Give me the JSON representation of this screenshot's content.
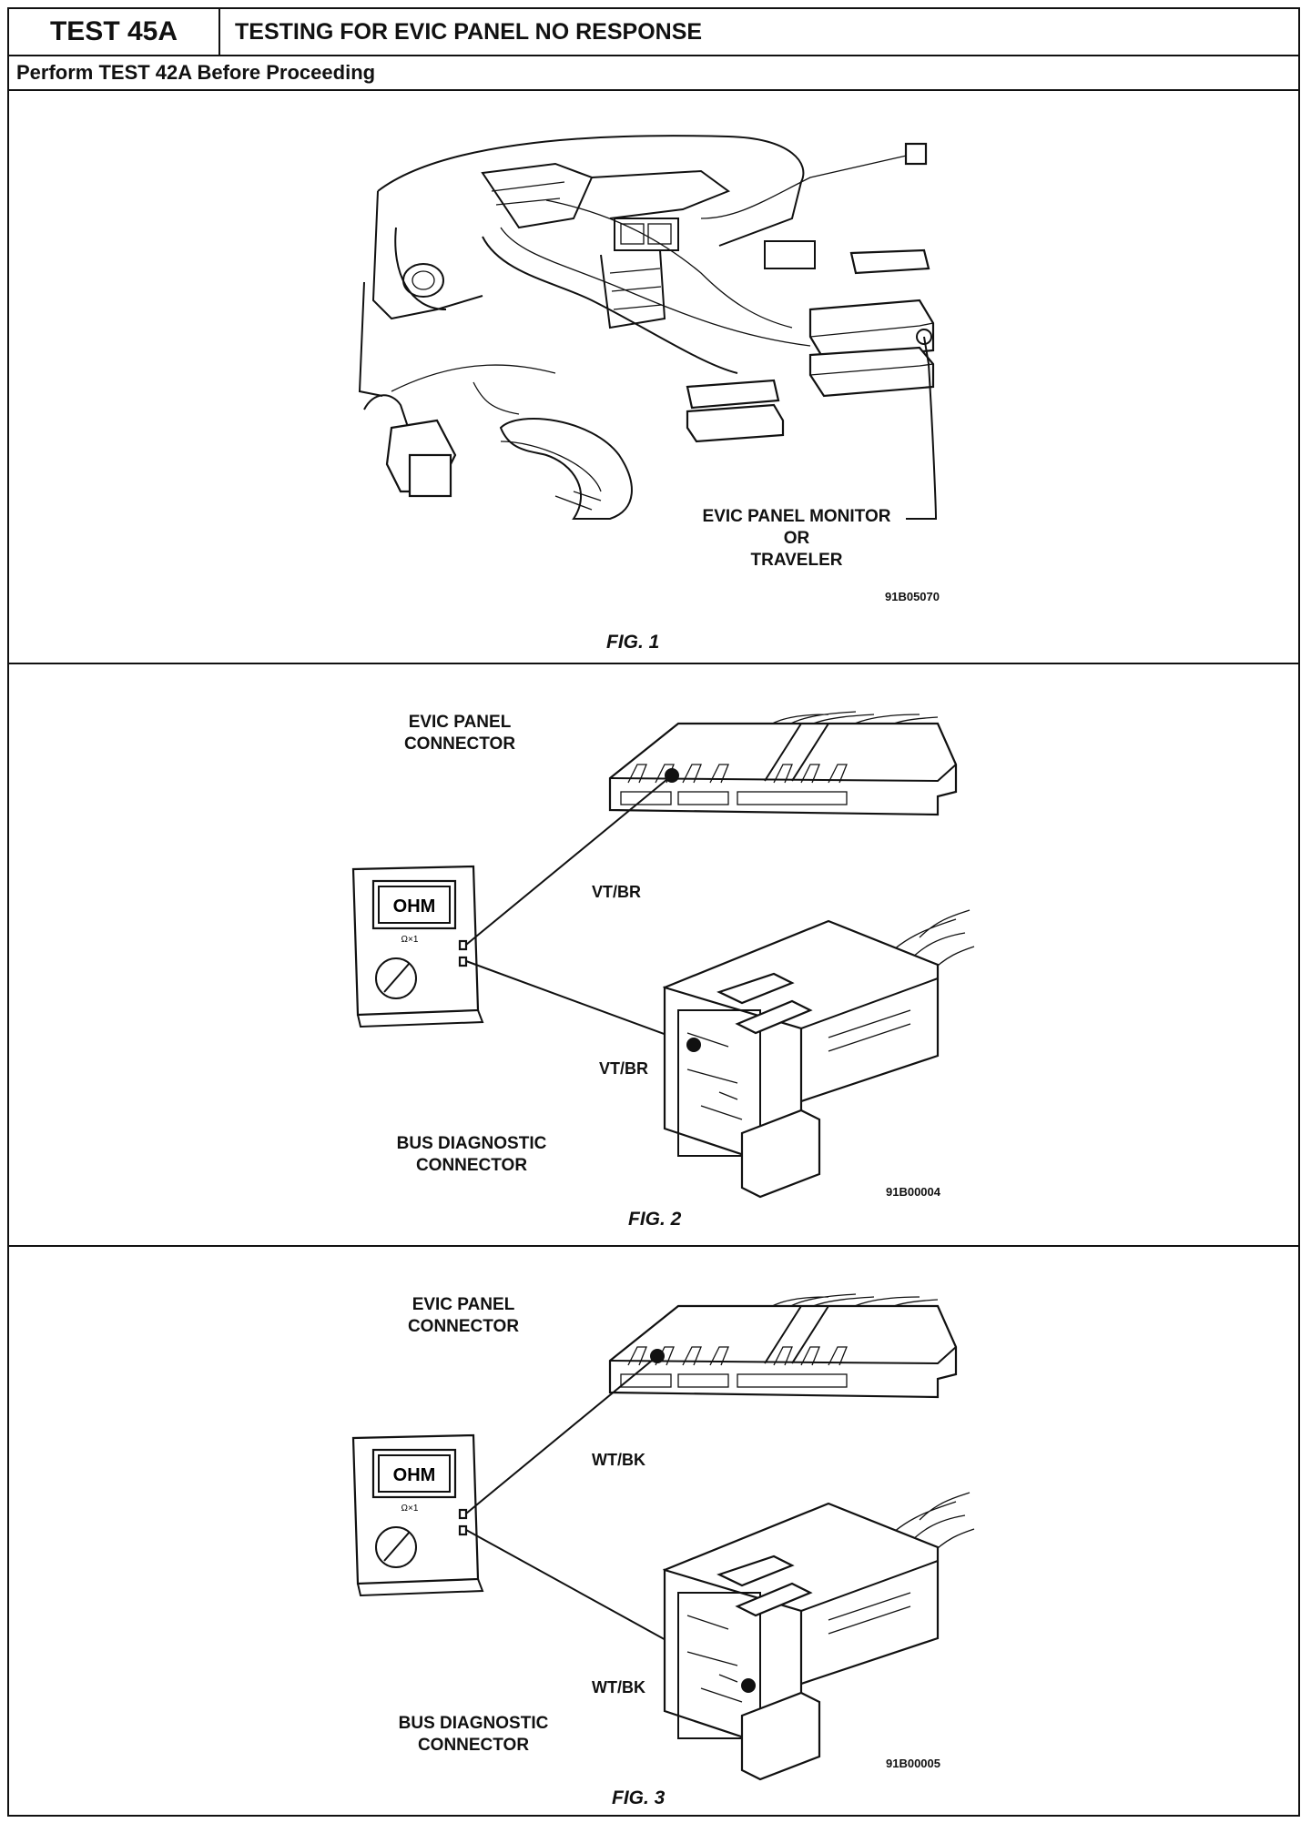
{
  "header": {
    "test_id": "TEST 45A",
    "title": "TESTING FOR EVIC PANEL NO RESPONSE",
    "subtitle": "Perform TEST 42A Before Proceeding"
  },
  "fig1": {
    "callout_line1": "EVIC PANEL MONITOR",
    "callout_line2": "OR",
    "callout_line3": "TRAVELER",
    "code": "91B05070",
    "caption": "FIG. 1"
  },
  "fig2": {
    "evic_connector_line1": "EVIC PANEL",
    "evic_connector_line2": "CONNECTOR",
    "wire_top": "VT/BR",
    "wire_bottom": "VT/BR",
    "meter_display": "OHM",
    "meter_range": "Ω×1",
    "bus_connector_line1": "BUS DIAGNOSTIC",
    "bus_connector_line2": "CONNECTOR",
    "code": "91B00004",
    "caption": "FIG. 2"
  },
  "fig3": {
    "evic_connector_line1": "EVIC PANEL",
    "evic_connector_line2": "CONNECTOR",
    "wire_top": "WT/BK",
    "wire_bottom": "WT/BK",
    "meter_display": "OHM",
    "meter_range": "Ω×1",
    "bus_connector_line1": "BUS DIAGNOSTIC",
    "bus_connector_line2": "CONNECTOR",
    "code": "91B00005",
    "caption": "FIG. 3"
  }
}
